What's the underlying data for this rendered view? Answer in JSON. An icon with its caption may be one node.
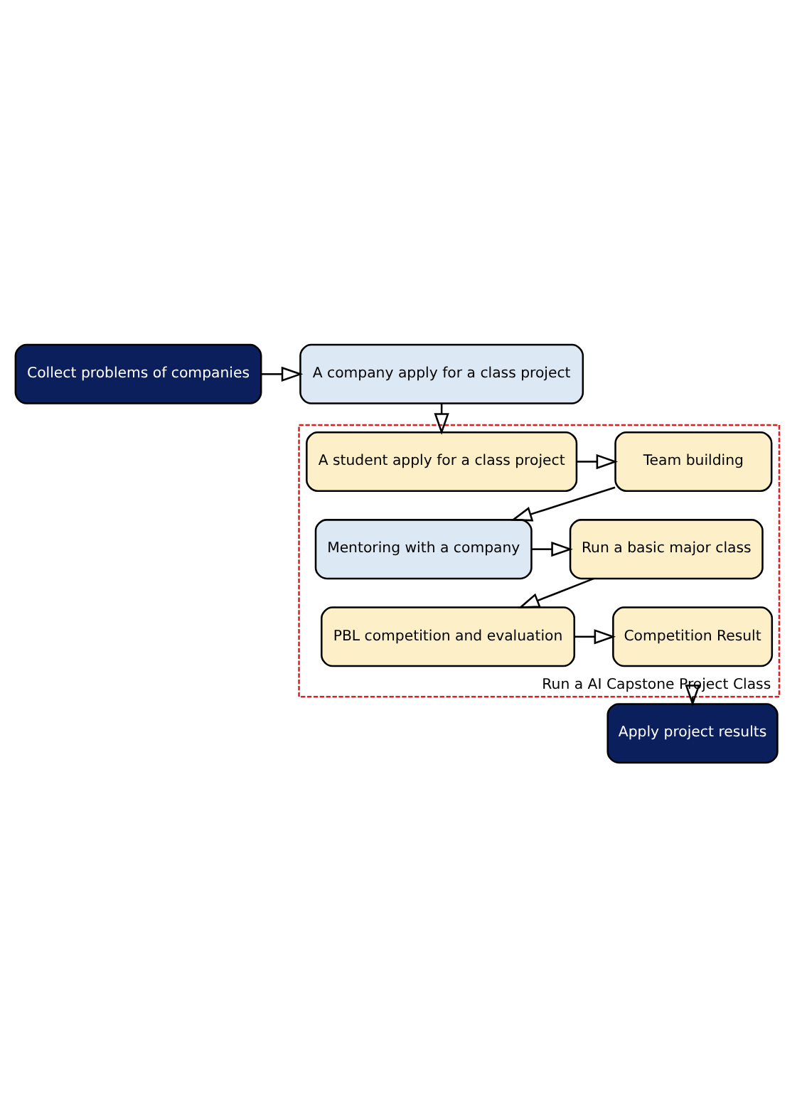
{
  "diagram": {
    "nodes": [
      {
        "text": [
          "Collect problems of companies"
        ]
      },
      {
        "text": [
          "A company apply for a class project"
        ]
      },
      {
        "text": [
          "Run a AI Capstone Project Class"
        ]
      },
      {
        "text": [
          "A student apply for a class project"
        ],
        "in": 2
      },
      {
        "text": [
          "Team building"
        ],
        "in": 2
      },
      {
        "text": [
          "Mentoring with a company"
        ],
        "in": 2
      },
      {
        "text": [
          "Run a basic major class"
        ],
        "in": 2
      },
      {
        "text": [
          "PBL competition and evaluation"
        ],
        "in": 2
      },
      {
        "text": [
          "Competition Result"
        ],
        "in": 2
      },
      {
        "text": [
          "Apply project results"
        ]
      }
    ],
    "edges": [
      {
        "from": 0,
        "to": 1,
        "arrow": "to"
      },
      {
        "from": 1,
        "to": 3,
        "arrow": "to"
      },
      {
        "from": 3,
        "to": 4,
        "arrow": "to"
      },
      {
        "from": 4,
        "to": 5,
        "arrow": "to"
      },
      {
        "from": 5,
        "to": 6,
        "arrow": "to"
      },
      {
        "from": 6,
        "to": 7,
        "arrow": "to"
      },
      {
        "from": 7,
        "to": 8,
        "arrow": "to"
      },
      {
        "from": 2,
        "to": 9,
        "arrow": "to"
      }
    ]
  }
}
